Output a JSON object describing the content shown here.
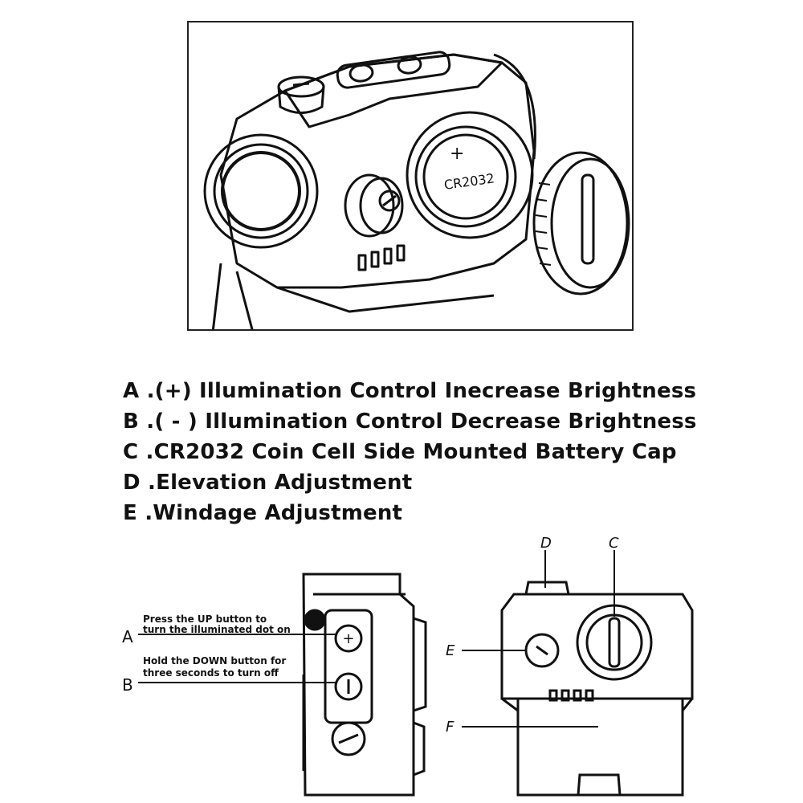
{
  "legend": {
    "items": [
      "A .(+) Illumination Control Inecrease Brightness",
      "B .( - ) Illumination Control Decrease Brightness",
      "C .CR2032 Coin Cell Side Mounted Battery Cap",
      "D .Elevation Adjustment",
      "E .Windage Adjustment"
    ]
  },
  "top_figure": {
    "battery_label": "CR2032",
    "plus_mark": "+"
  },
  "left_figure": {
    "label_a": "A",
    "label_b": "B",
    "note_a_line1": "Press the UP button to",
    "note_a_line2": "turn the illuminated dot on",
    "note_b_line1": "Hold the DOWN button for",
    "note_b_line2": "three seconds to turn off"
  },
  "right_figure": {
    "label_d": "D",
    "label_c": "C",
    "label_e": "E",
    "label_f": "F"
  }
}
